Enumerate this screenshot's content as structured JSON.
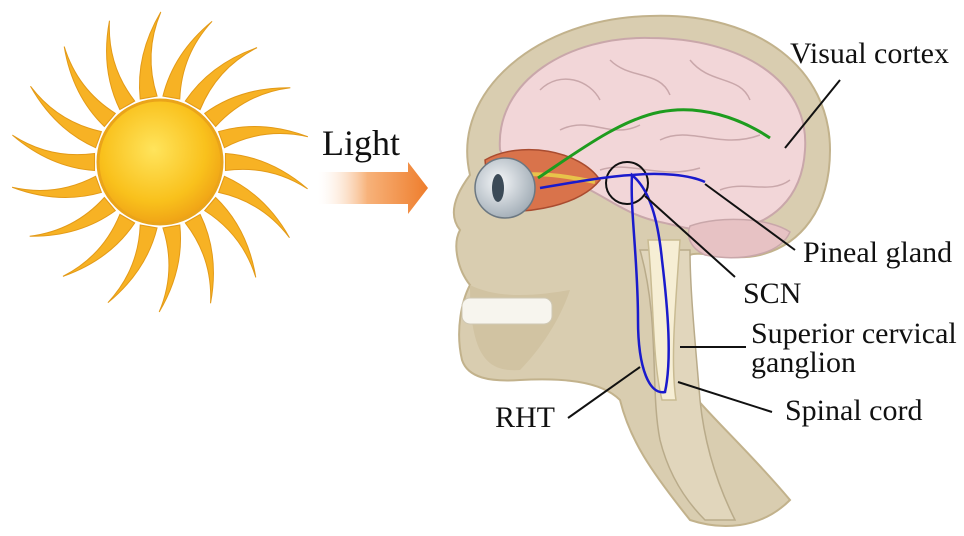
{
  "labels": {
    "light": "Light",
    "visual_cortex": "Visual cortex",
    "pineal_gland": "Pineal gland",
    "scn": "SCN",
    "superior_cervical_line1": "Superior cervical",
    "superior_cervical_line2": "ganglion",
    "rht": "RHT",
    "spinal_cord": "Spinal cord"
  },
  "colors": {
    "sun_core": "#f9c11c",
    "sun_rays": "#f7b224",
    "arrow": "#f08a3c",
    "skull": "#d9cdb0",
    "brain": "#f2d6d8",
    "visual_pathway": "#1e9c1e",
    "circadian_pathway": "#1a1acc"
  },
  "icons": {
    "sun": "sun-icon",
    "arrow": "light-arrow-icon",
    "head": "skull-brain-illustration"
  }
}
